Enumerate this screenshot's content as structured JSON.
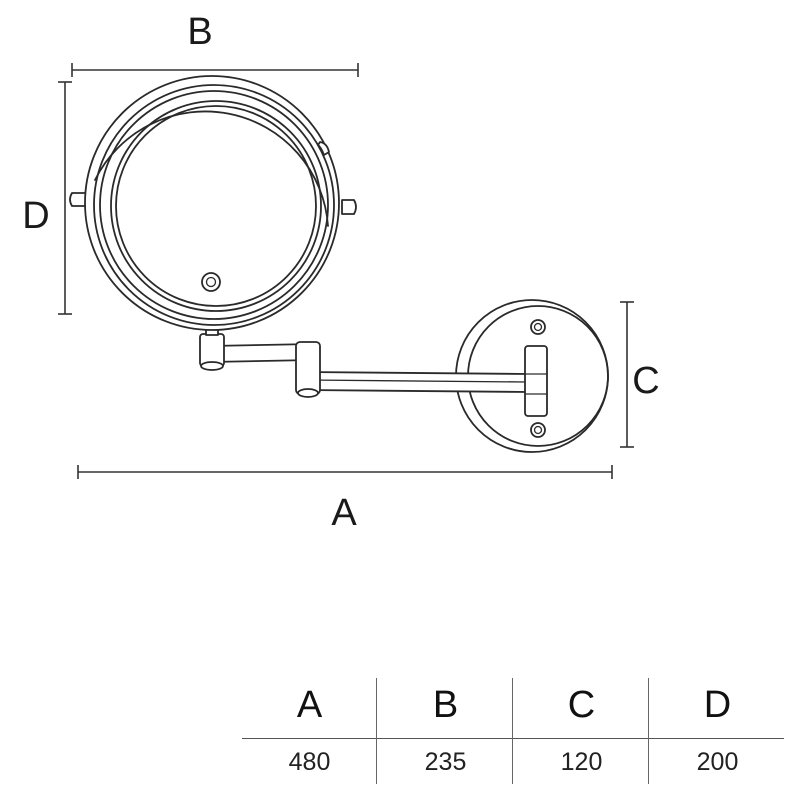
{
  "diagram": {
    "labels": {
      "width_total": "A",
      "mirror_width": "B",
      "plate_height": "C",
      "mirror_height": "D"
    }
  },
  "table": {
    "columns": [
      {
        "header": "A",
        "value": "480"
      },
      {
        "header": "B",
        "value": "235"
      },
      {
        "header": "C",
        "value": "120"
      },
      {
        "header": "D",
        "value": "200"
      }
    ]
  }
}
